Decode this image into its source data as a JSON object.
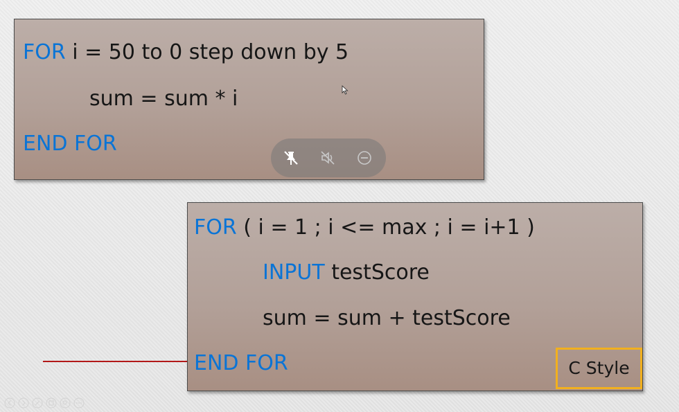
{
  "box1": {
    "line1": {
      "keyword": "FOR",
      "text": " i = 50 to 0 step down by 5"
    },
    "line2": {
      "text": "sum = sum * i"
    },
    "line3": {
      "keyword": "END FOR"
    }
  },
  "box2": {
    "line1": {
      "keyword": "FOR",
      "text": " ( i = 1 ; i <= max ; i = i+1 )"
    },
    "line2": {
      "keyword": "INPUT",
      "text": " testScore"
    },
    "line3": {
      "text": "sum = sum + testScore"
    },
    "line4": {
      "keyword": "END FOR"
    },
    "label": "C Style"
  },
  "toolbar": {
    "icons": [
      "pin-off-icon",
      "mute-icon",
      "minus-circle-icon"
    ]
  },
  "colors": {
    "keyword": "#0a74d6",
    "label_border": "#f2b01e",
    "connector": "#b21818"
  }
}
